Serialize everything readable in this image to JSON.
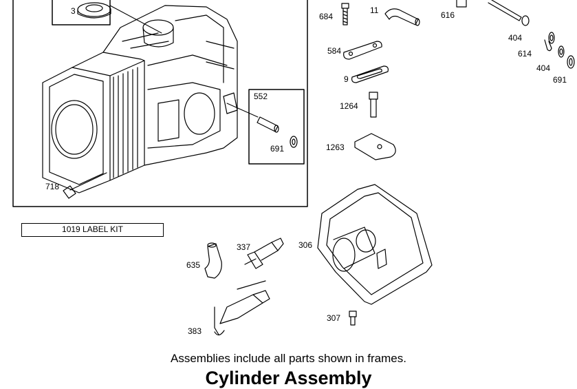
{
  "diagram": {
    "part_labels": {
      "p3": "3",
      "p552": "552",
      "p691a": "691",
      "p718": "718",
      "p684": "684",
      "p11": "11",
      "p616": "616",
      "p404a": "404",
      "p614": "614",
      "p404b": "404",
      "p691b": "691",
      "p584": "584",
      "p9": "9",
      "p1264": "1264",
      "p1263": "1263",
      "p337": "337",
      "p306": "306",
      "p635": "635",
      "p383": "383",
      "p307": "307"
    },
    "label_kit": "1019 LABEL KIT",
    "note": "Assemblies include all parts shown in frames.",
    "title": "Cylinder Assembly"
  }
}
